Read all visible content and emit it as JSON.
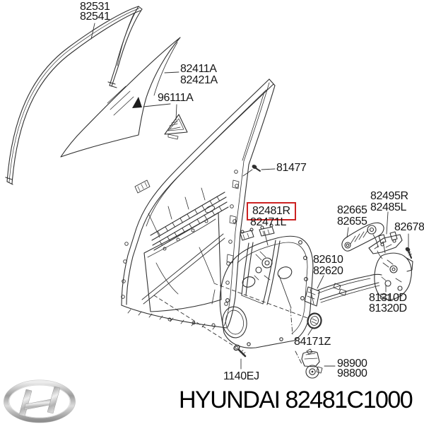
{
  "diagram_title": "Hyundai front door panel and window regulator exploded parts diagram",
  "highlight": {
    "color": "#cc2222",
    "highlighted_part": "82481R"
  },
  "labels": [
    {
      "text": "82531"
    },
    {
      "text": "82541"
    },
    {
      "text": "82411A"
    },
    {
      "text": "82421A"
    },
    {
      "text": "96111A"
    },
    {
      "text": "81477"
    },
    {
      "text": "82481R"
    },
    {
      "text": "82471L"
    },
    {
      "text": "82665"
    },
    {
      "text": "82655"
    },
    {
      "text": "82495R"
    },
    {
      "text": "82485L"
    },
    {
      "text": "82678"
    },
    {
      "text": "82610"
    },
    {
      "text": "82620"
    },
    {
      "text": "81310D"
    },
    {
      "text": "81320D"
    },
    {
      "text": "84171Z"
    },
    {
      "text": "98900"
    },
    {
      "text": "98800"
    },
    {
      "text": "1140EJ"
    }
  ],
  "footer": {
    "text": "HYUNDAI 82481C1000"
  },
  "logo": {
    "name": "hyundai-logo"
  }
}
